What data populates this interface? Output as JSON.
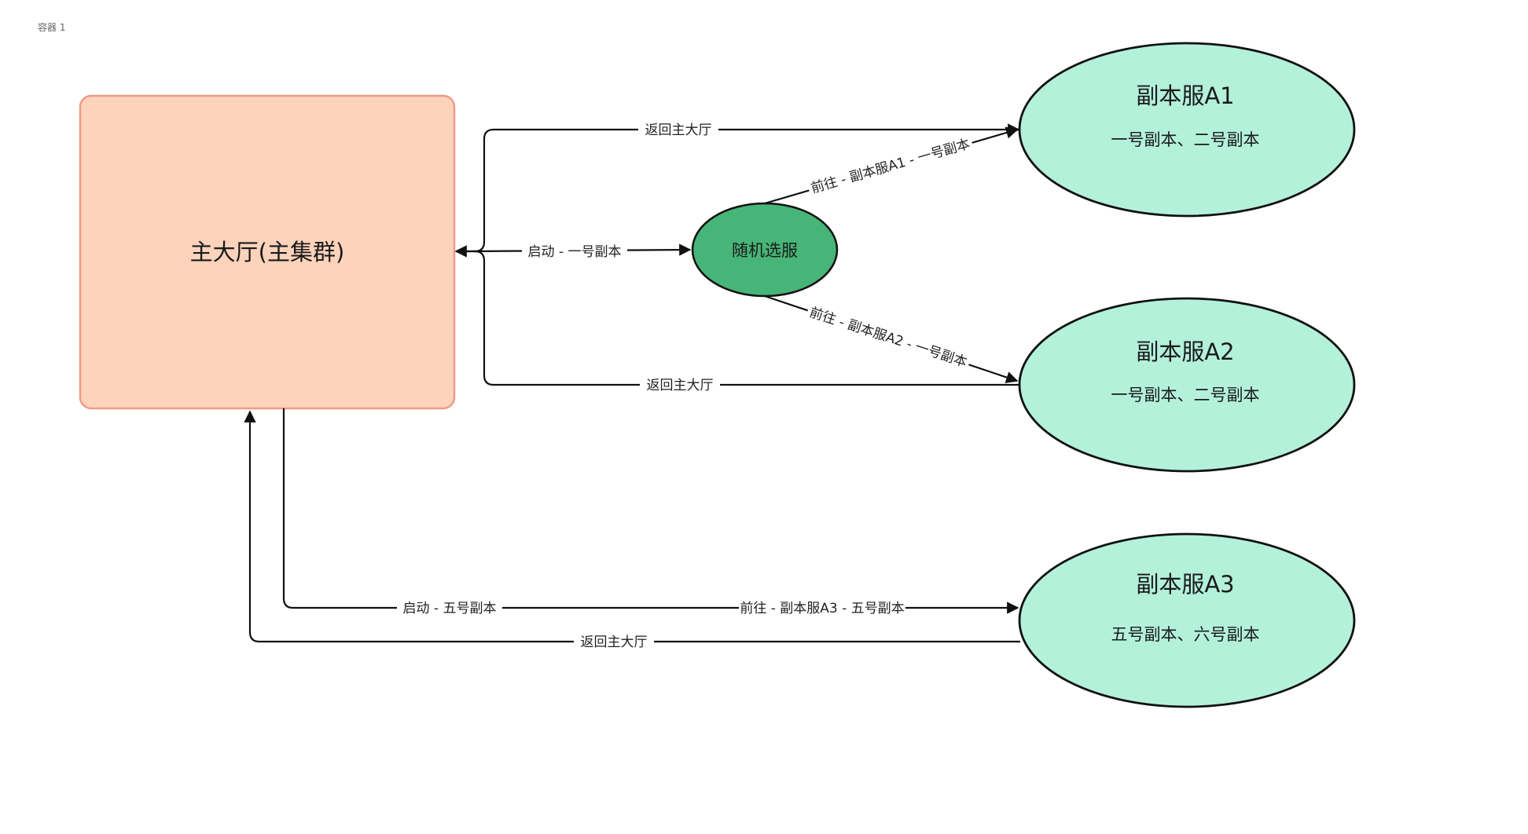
{
  "container": {
    "label": "容器 1"
  },
  "nodes": {
    "lobby": {
      "label": "主大厅(主集群)",
      "fill": "#fdd3bc",
      "stroke": "#f09a86"
    },
    "random": {
      "label": "随机选服",
      "fill": "#47b577",
      "stroke": "#111111"
    },
    "a1": {
      "title": "副本服A1",
      "subtitle": "一号副本、二号副本",
      "fill": "#b3f1db",
      "stroke": "#111111"
    },
    "a2": {
      "title": "副本服A2",
      "subtitle": "一号副本、二号副本",
      "fill": "#b3f1db",
      "stroke": "#111111"
    },
    "a3": {
      "title": "副本服A3",
      "subtitle": "五号副本、六号副本",
      "fill": "#b3f1db",
      "stroke": "#111111"
    }
  },
  "edges": {
    "return_a1": "返回主大厅",
    "to_a1": "前往 - 副本服A1 - 一号副本",
    "start_one": "启动 - 一号副本",
    "to_a2": "前往 - 副本服A2 - 一号副本",
    "return_a2": "返回主大厅",
    "start_five": "启动 - 五号副本",
    "to_a3": "前往 - 副本服A3 - 五号副本",
    "return_a3": "返回主大厅"
  }
}
